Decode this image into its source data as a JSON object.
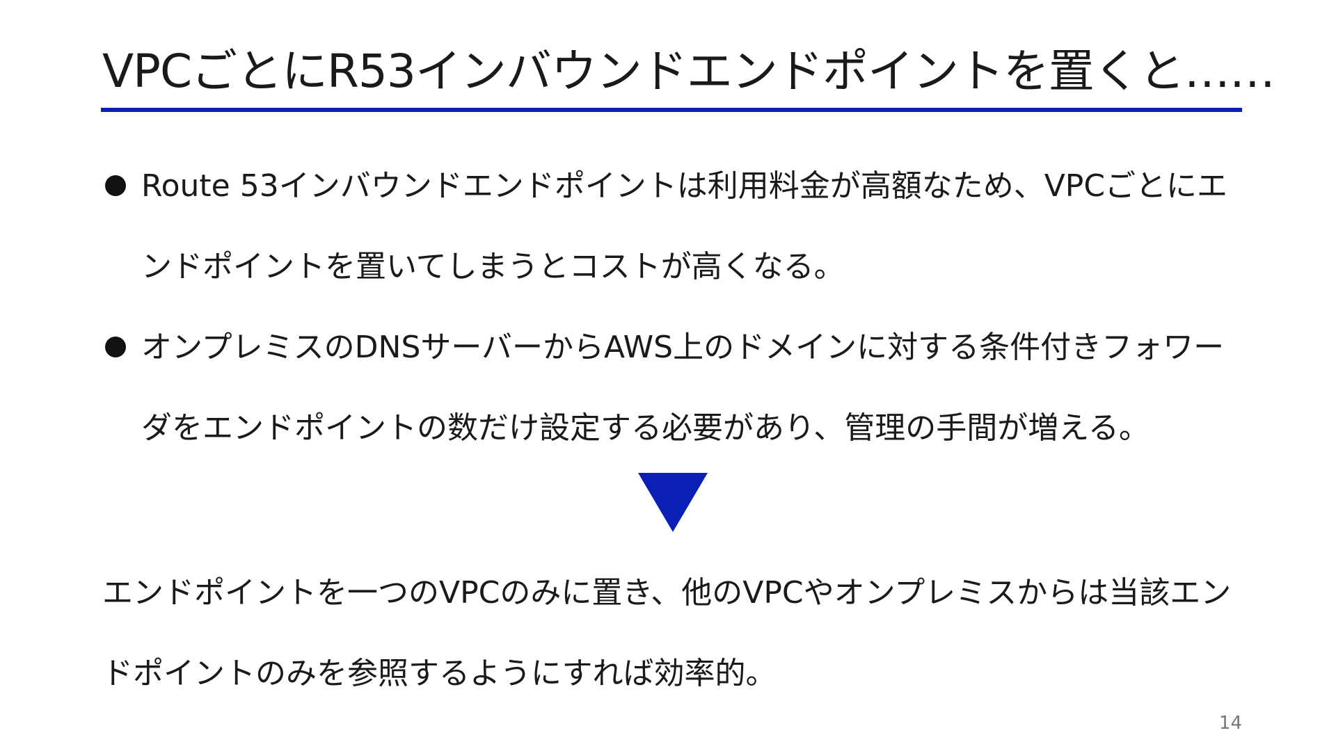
{
  "slide": {
    "title": "VPCごとにR53インバウンドエンドポイントを置くと……",
    "bullets": [
      "Route 53インバウンドエンドポイントは利用料金が高額なため、VPCごとにエンドポイントを置いてしまうとコストが高くなる。",
      "オンプレミスのDNSサーバーからAWS上のドメインに対する条件付きフォワーダをエンドポイントの数だけ設定する必要があり、管理の手間が増える。"
    ],
    "conclusion": "エンドポイントを一つのVPCのみに置き、他のVPCやオンプレミスからは当該エンドポイントのみを参照するようにすれば効率的。",
    "page_number": "14"
  },
  "colors": {
    "accent": "#0a1fb5",
    "text": "#1a1a1a"
  }
}
